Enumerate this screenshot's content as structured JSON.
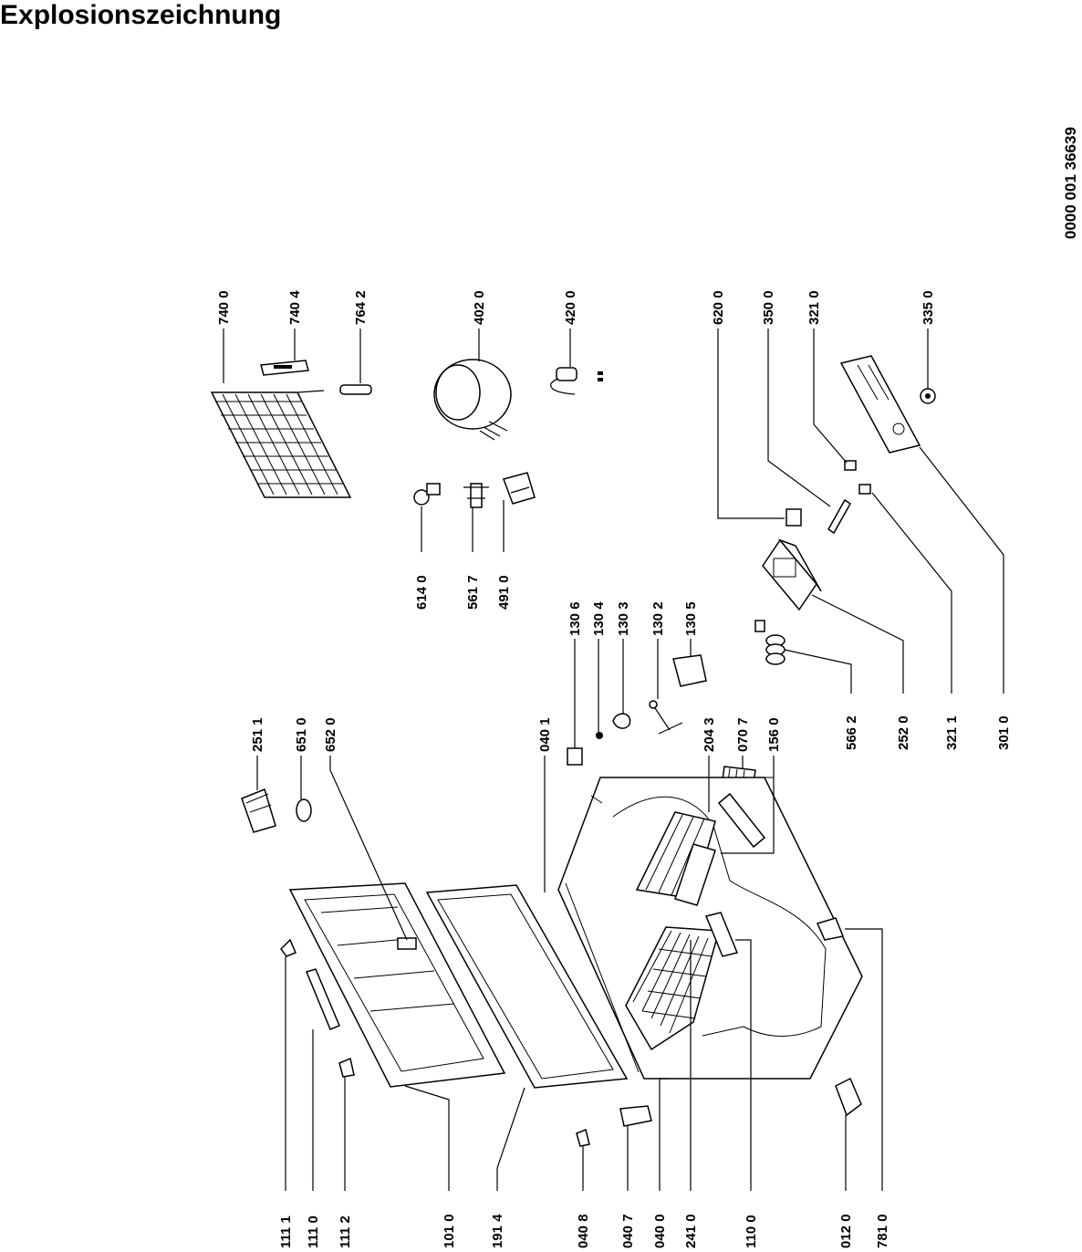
{
  "title": "Explosionszeichnung",
  "document_number": "0000 001 36639",
  "part_labels": [
    "740 0",
    "740 4",
    "764 2",
    "402 0",
    "420 0",
    "620 0",
    "350 0",
    "321 0",
    "335 0",
    "614 0",
    "561 7",
    "491 0",
    "130 6",
    "130 4",
    "130 3",
    "130 2",
    "130 5",
    "251 1",
    "651 0",
    "652 0",
    "040 1",
    "204 3",
    "070 7",
    "156 0",
    "566 2",
    "252 0",
    "321 1",
    "301 0",
    "111 1",
    "111 0",
    "111 2",
    "101 0",
    "191 4",
    "040 8",
    "040 7",
    "040 0",
    "241 0",
    "110 0",
    "012 0",
    "781 0"
  ]
}
